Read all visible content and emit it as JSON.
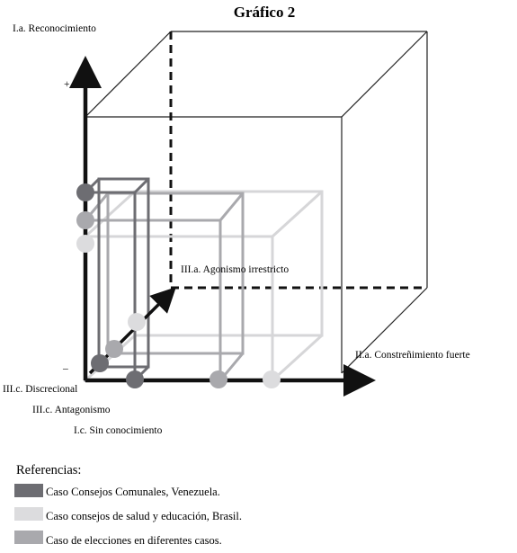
{
  "title": "Gráfico 2",
  "axes": {
    "y_label": "I.a. Reconocimiento",
    "y_plus": "+",
    "y_minus": "–",
    "z_label": "III.a. Agonismo irrestricto",
    "x_label": "II.a. Constreñimiento fuerte",
    "origin_labels": [
      "III.c. Discrecional",
      "III.c. Antagonismo",
      "I.c. Sin conocimiento"
    ]
  },
  "references": {
    "title": "Referencias:",
    "items": [
      {
        "label": "Caso Consejos Comunales, Venezuela.",
        "color": "#6d6d72"
      },
      {
        "label": "Caso consejos de salud y educación, Brasil.",
        "color": "#dcdcde"
      },
      {
        "label": "Caso de elecciones en diferentes casos.",
        "color": "#a9a9ad"
      }
    ]
  },
  "colors": {
    "venezuela": "#6d6d72",
    "brasil": "#dcdcde",
    "elecciones": "#a9a9ad",
    "frame": "#222222"
  }
}
